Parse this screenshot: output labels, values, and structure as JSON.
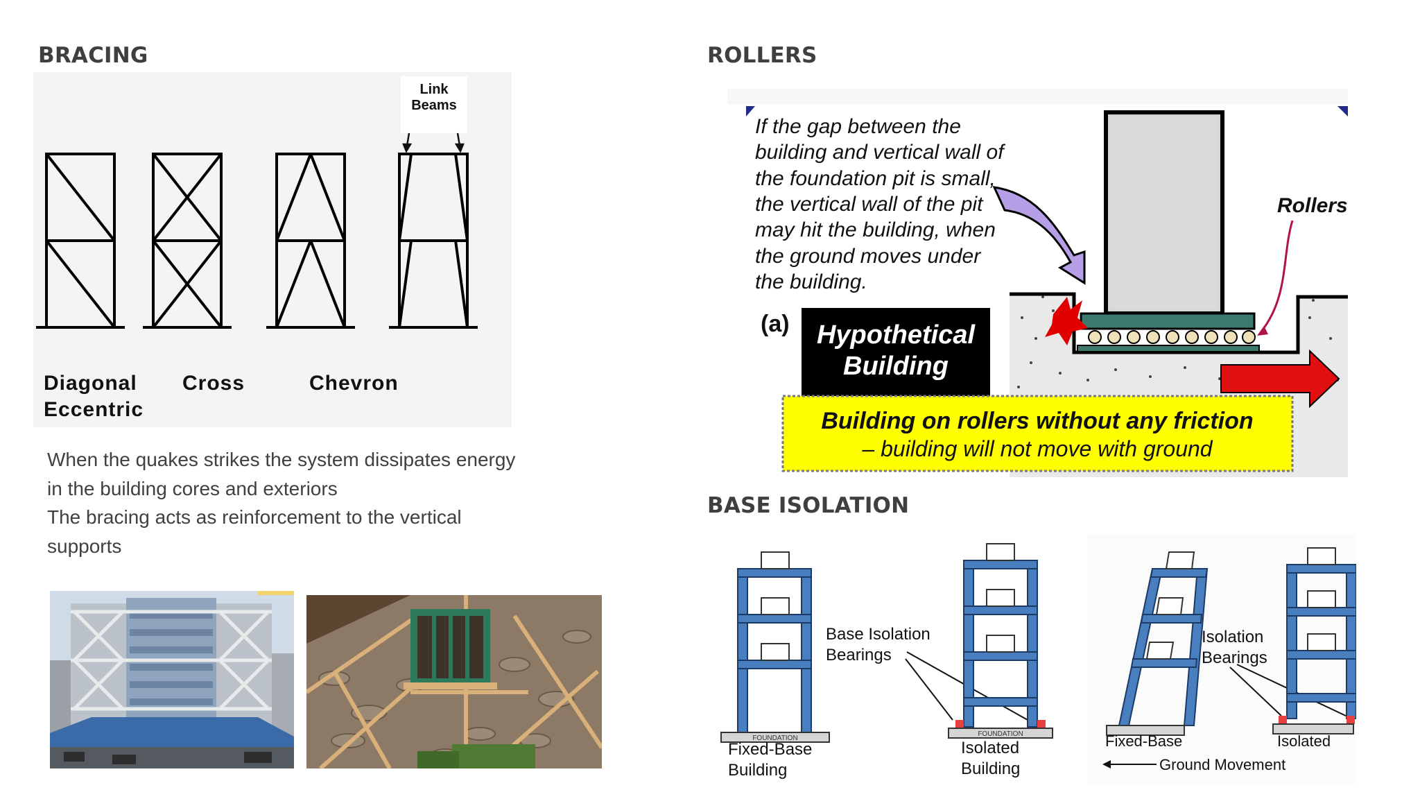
{
  "bracing": {
    "heading": "BRACING",
    "diagram": {
      "link_beams_label": [
        "Link",
        "Beams"
      ],
      "frame_labels": {
        "diagonal": "Diagonal",
        "eccentric": "Eccentric",
        "cross": "Cross",
        "chevron": "Chevron"
      }
    },
    "description": [
      "When the quakes strikes the system dissipates energy in the building cores and exteriors",
      "The bracing acts as reinforcement to the vertical supports"
    ]
  },
  "rollers": {
    "heading": "ROLLERS",
    "diagram": {
      "caption_lines": [
        "If the gap between the",
        "building and vertical wall of",
        "the foundation pit is small,",
        "the vertical wall of the pit",
        "may hit the building, when",
        "the ground moves under",
        "the building."
      ],
      "part_label": "(a)",
      "box_title": [
        "Hypothetical",
        "Building"
      ],
      "rollers_label": "Rollers",
      "banner": [
        "Building on rollers without any friction",
        "– building will not move with ground"
      ]
    }
  },
  "base_isolation": {
    "heading": "BASE ISOLATION",
    "diagram": {
      "foundation_label": "FOUNDATION",
      "bearings_label_left": [
        "Base Isolation",
        "Bearings"
      ],
      "bearings_label_right": [
        "Isolation",
        "Bearings"
      ],
      "fixed_label_left": [
        "Fixed-Base",
        "Building"
      ],
      "isolated_label_left": [
        "Isolated",
        "Building"
      ],
      "fixed_label_right": "Fixed-Base",
      "isolated_label_right": "Isolated",
      "ground_movement": "Ground Movement"
    }
  },
  "colors": {
    "heading": "#3f3f3f",
    "frame_blue": "#4a7fbf",
    "banner_yellow": "#ffff00",
    "bubble_purple": "#b79fe8",
    "arrow_red": "#e01010"
  }
}
